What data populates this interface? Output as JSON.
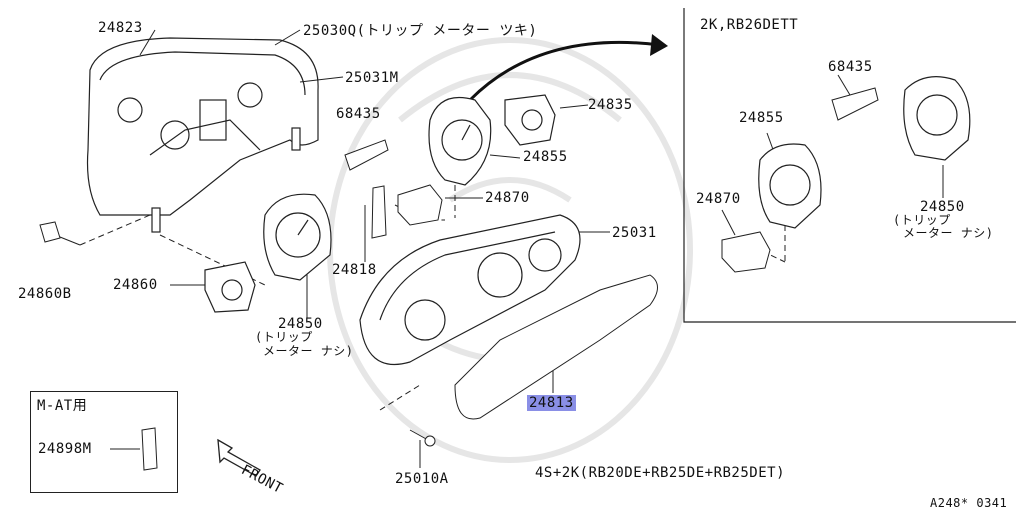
{
  "diagram": {
    "part_numbers": {
      "p24823": "24823",
      "p25030Q": "25030Q(トリップ メーター ツキ)",
      "p25031M": "25031M",
      "p68435_main": "68435",
      "p24835": "24835",
      "p24855_main": "24855",
      "p24870_main": "24870",
      "p25031": "25031",
      "p24818": "24818",
      "p24860B": "24860B",
      "p24860": "24860",
      "p24850_main": "24850",
      "p24850_note_main_1": "(トリップ",
      "p24850_note_main_2": "メーター ナシ)",
      "p24813": "24813",
      "p25010A": "25010A",
      "p24898M": "24898M"
    },
    "inset": {
      "title": "2K,RB26DETT",
      "p68435": "68435",
      "p24855": "24855",
      "p24870": "24870",
      "p24850": "24850",
      "p24850_note_1": "(トリップ",
      "p24850_note_2": "メーター ナシ)"
    },
    "mat_box_title": "M-AT用",
    "front_label": "FRONT",
    "model_note": "4S+2K(RB20DE+RB25DE+RB25DET)",
    "diagram_code": "A248* 0341"
  },
  "colors": {
    "highlight": "#8a8fe6",
    "line": "#222222",
    "watermark": "#e4e4e4"
  }
}
